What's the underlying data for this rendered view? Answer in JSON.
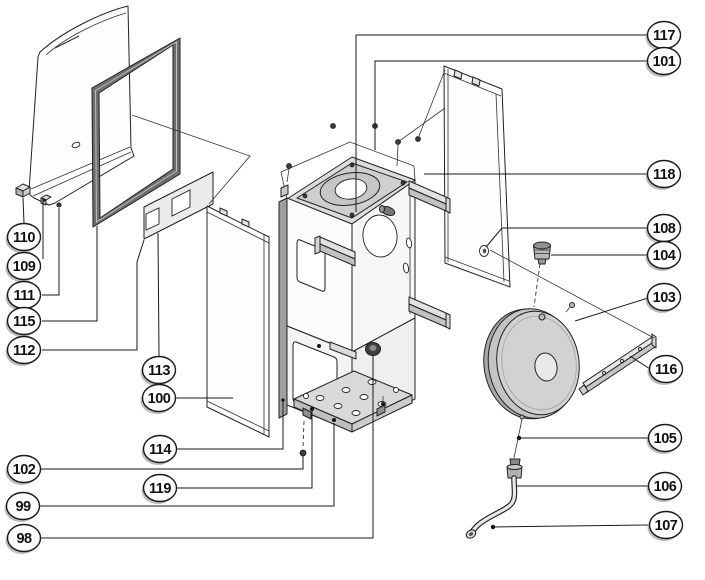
{
  "diagram": {
    "type": "exploded-parts-diagram",
    "subject": "boiler casing and frame assembly",
    "callouts": [
      {
        "number": "117"
      },
      {
        "number": "101"
      },
      {
        "number": "118"
      },
      {
        "number": "108"
      },
      {
        "number": "104"
      },
      {
        "number": "103"
      },
      {
        "number": "116"
      },
      {
        "number": "105"
      },
      {
        "number": "106"
      },
      {
        "number": "107"
      },
      {
        "number": "110"
      },
      {
        "number": "109"
      },
      {
        "number": "111"
      },
      {
        "number": "115"
      },
      {
        "number": "112"
      },
      {
        "number": "113"
      },
      {
        "number": "100"
      },
      {
        "number": "114"
      },
      {
        "number": "102"
      },
      {
        "number": "119"
      },
      {
        "number": "99"
      },
      {
        "number": "98"
      }
    ],
    "colors": {
      "background": "#ffffff",
      "line": "#1a1a1a",
      "bubble_fill": "#ffffff",
      "bubble_shadow": "#8e8e8e",
      "gasket_frame": "#6e6e6e",
      "metal_light": "#dcdcdc",
      "metal_mid": "#b5b5b5",
      "vessel_face": "#d2d2d2"
    }
  }
}
